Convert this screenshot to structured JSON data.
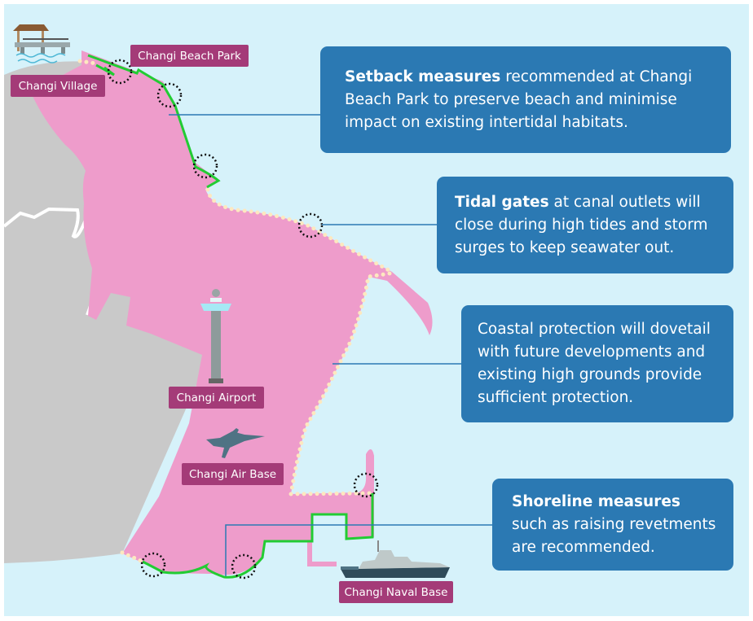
{
  "colors": {
    "sea": "#d6f2fa",
    "land_grey": "#c9c9c9",
    "changi_pink": "#ee9ccb",
    "callout_blue": "#2b79b3",
    "label_purple": "#a43b78",
    "shoreline_green": "#22cc33",
    "beach_dots": "#fde8c0"
  },
  "labels": {
    "changi_beach_park": "Changi Beach Park",
    "changi_village": "Changi Village",
    "changi_airport": "Changi Airport",
    "changi_air_base": "Changi Air Base",
    "changi_naval_base": "Changi Naval Base"
  },
  "callouts": [
    {
      "bold": "Setback measures",
      "text": " recommended at Changi Beach Park to preserve beach and minimise impact on existing intertidal habitats."
    },
    {
      "bold": "Tidal gates",
      "text": " at canal outlets will close during high tides and storm surges to keep seawater out."
    },
    {
      "bold": "",
      "text": "Coastal protection will dovetail with future developments and existing high grounds provide sufficient protection."
    },
    {
      "bold": "Shoreline measures",
      "text": " such as raising revetments are recommended."
    }
  ],
  "icons": [
    "pier-icon",
    "control-tower-icon",
    "fighter-jet-icon",
    "naval-ship-icon"
  ]
}
